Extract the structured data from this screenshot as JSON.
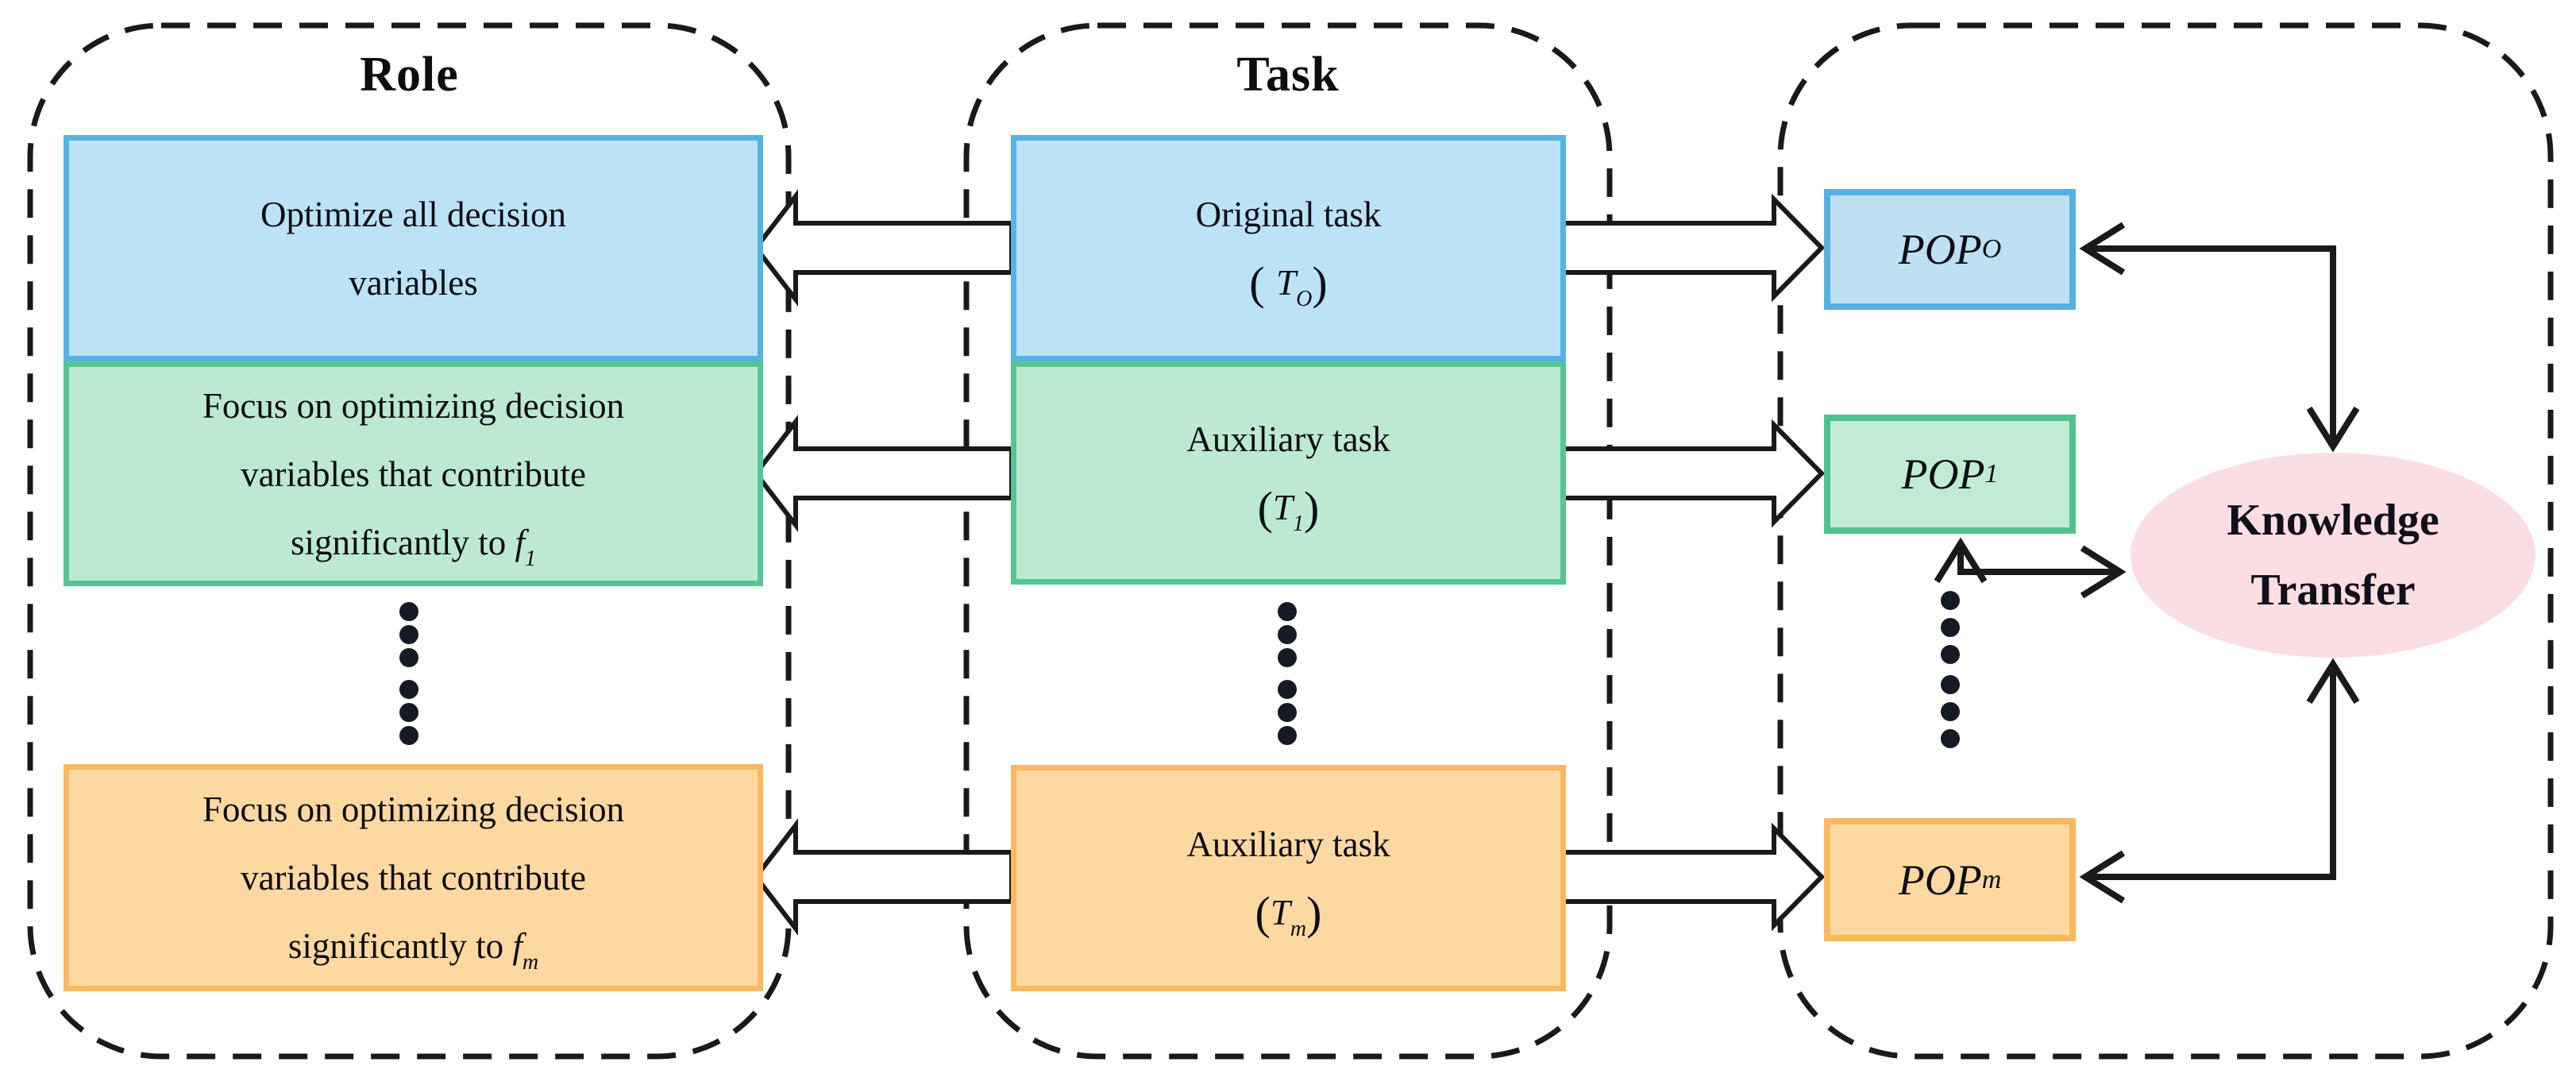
{
  "figure": {
    "description": "Multitask optimization framework diagram with Role, Task and Population/Knowledge-Transfer regions"
  },
  "regions": {
    "role": {
      "title": "Role",
      "boxes": [
        {
          "color": "blue",
          "lines": [
            "Optimize all decision",
            "variables"
          ]
        },
        {
          "color": "green",
          "lines": [
            "Focus on optimizing decision",
            "variables that contribute"
          ],
          "last_line_prefix": "significantly to ",
          "math_symbol": "f",
          "math_sub": "1"
        },
        {
          "color": "orange",
          "lines": [
            "Focus on optimizing decision",
            "variables that contribute"
          ],
          "last_line_prefix": "significantly to ",
          "math_symbol": "f",
          "math_sub": "m"
        }
      ]
    },
    "task": {
      "title": "Task",
      "boxes": [
        {
          "color": "blue",
          "line1": "Original task",
          "open": "( ",
          "symbol": "T",
          "sub": "O",
          "close": ")"
        },
        {
          "color": "green",
          "line1": "Auxiliary task",
          "open": "(",
          "symbol": "T",
          "sub": "1",
          "close": ")"
        },
        {
          "color": "orange",
          "line1": "Auxiliary task",
          "open": "(",
          "symbol": "T",
          "sub": "m",
          "close": ")"
        }
      ]
    },
    "populations": {
      "pops": [
        {
          "color": "blue",
          "label": "POP",
          "sub": "O"
        },
        {
          "color": "green",
          "label": "POP",
          "sub": "1"
        },
        {
          "color": "orange",
          "label": "POP",
          "sub": "m"
        }
      ],
      "knowledge_transfer": {
        "lines": [
          "Knowledge",
          "Transfer"
        ]
      }
    }
  },
  "connections": [
    "Original task -> Optimize all decision variables (hollow arrow)",
    "Auxiliary task T1 -> Focus on f1 role (hollow arrow)",
    "Auxiliary task Tm -> Focus on fm role (hollow arrow)",
    "Original task -> POP_O (hollow arrow)",
    "Auxiliary task T1 -> POP_1 (hollow arrow)",
    "Auxiliary task Tm -> POP_m (hollow arrow)",
    "POP_O <-> Knowledge Transfer (double-headed elbow arrow)",
    "POP_1 <-> Knowledge Transfer (double-headed elbow arrow)",
    "POP_m <-> Knowledge Transfer (double-headed elbow arrow)"
  ],
  "colors": {
    "blue_fill": "#bce2f5",
    "blue_border": "#55b3e4",
    "green_fill": "#bde9d1",
    "green_border": "#55c593",
    "orange_fill": "#fdd9a1",
    "orange_border": "#fbb860",
    "pink_fill": "#fbdee3",
    "outline": "#1a1a1a",
    "dot_color": "#161a25",
    "text": "#0d0d12"
  }
}
